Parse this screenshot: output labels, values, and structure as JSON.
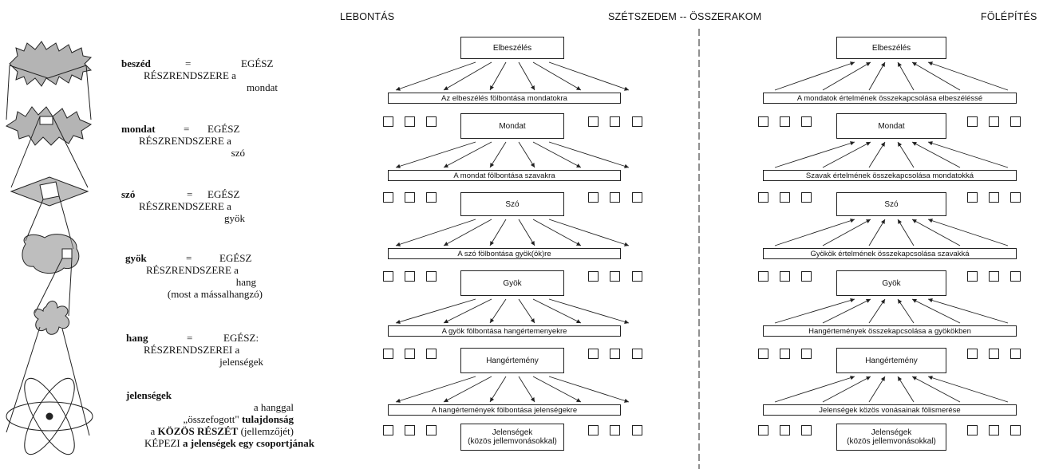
{
  "header": {
    "left": "LEBONTÁS",
    "center": "SZÉTSZEDEM -- ÖSSZERAKOM",
    "right": "FÖLÉPÍTÉS"
  },
  "levels": [
    {
      "term": "beszéd",
      "eq": "=",
      "rest1": "EGÉSZ",
      "rest2": "RÉSZRENDSZERE a",
      "rest3": "mondat"
    },
    {
      "term": "mondat",
      "eq": "=",
      "rest1": "EGÉSZ",
      "rest2": "RÉSZRENDSZERE a",
      "rest3": "szó"
    },
    {
      "term": "szó",
      "eq": "=",
      "rest1": "EGÉSZ",
      "rest2": "RÉSZRENDSZERE a",
      "rest3": "gyök"
    },
    {
      "term": "gyök",
      "eq": "=",
      "rest1": "EGÉSZ",
      "rest2": "RÉSZRENDSZERE a",
      "rest3": "hang",
      "rest4": "(most a mássalhangzó)"
    },
    {
      "term": "hang",
      "eq": "=",
      "rest1": "EGÉSZ:",
      "rest2": "RÉSZRENDSZEREI a",
      "rest3": "jelenségek"
    }
  ],
  "phenomena": {
    "term": "jelenségek",
    "l1": "a hanggal",
    "l2a": "„összefogott\"",
    "l2b": "tulajdonság",
    "l3a": "a",
    "l3b": "KÖZÖS RÉSZÉT",
    "l3c": "(jellemzőjét)",
    "l4a": "KÉPEZI",
    "l4b": "a jelenségek egy csoportjának"
  },
  "left_panel": {
    "boxes": [
      "Elbeszélés",
      "Mondat",
      "Szó",
      "Gyök",
      "Hangértemény"
    ],
    "last_box": [
      "Jelenségek",
      "(közös jellemvonásokkal)"
    ],
    "bands": [
      "Az elbeszélés fölbontása mondatokra",
      "A mondat fölbontása szavakra",
      "A szó fölbontása gyök(ök)re",
      "A gyök fölbontása hangértemenyekre",
      "A hangértemények fölbontása jelenségekre"
    ]
  },
  "right_panel": {
    "boxes": [
      "Elbeszélés",
      "Mondat",
      "Szó",
      "Gyök",
      "Hangértemény"
    ],
    "last_box": [
      "Jelenségek",
      "(közös jellemvonásokkal)"
    ],
    "bands": [
      "A mondatok értelmének összekapcsolása elbeszéléssé",
      "Szavak értelmének összekapcsolása mondatokká",
      "Gyökök értelmének összekapcsolása szavakká",
      "Hangértemények összekapcsolása a gyökökben",
      "Jelenségek közös vonásainak fölismerése"
    ]
  }
}
